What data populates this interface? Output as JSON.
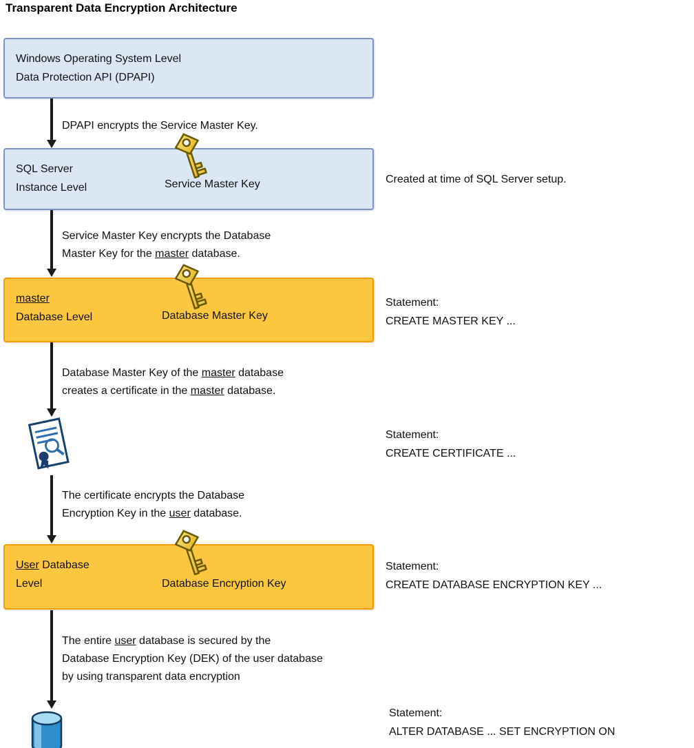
{
  "title": "Transparent Data Encryption Architecture",
  "colors": {
    "blue_fill": "#dce7f6",
    "blue_border": "#7b96c6",
    "orange_fill": "#fdc63f",
    "orange_border": "#f29c00",
    "arrow": "#1b1b1b",
    "key_gold": "#f2ce3c",
    "cert_navy": "#16406e",
    "db_blue": "#2f8dc9"
  },
  "icons": {
    "key": "key-icon",
    "certificate": "certificate-icon",
    "database": "database-cylinder-icon"
  },
  "nodes": {
    "dpapi": {
      "line1": "Windows Operating System Level",
      "line2": "Data Protection API (DPAPI)"
    },
    "sql_instance": {
      "line1": "SQL Server",
      "line2": "Instance Level",
      "key_label": "Service Master Key",
      "note": "Created at time of SQL Server setup."
    },
    "master_db": {
      "line1": "master",
      "line2": "Database Level",
      "key_label": "Database Master Key",
      "note_line1": "Statement:",
      "note_line2": "CREATE MASTER KEY ..."
    },
    "certificate": {
      "note_line1": "Statement:",
      "note_line2": "CREATE CERTIFICATE ..."
    },
    "user_db": {
      "line1_u": "User",
      "line1_rest": " Database",
      "line2": "Level",
      "key_label": "Database Encryption Key",
      "note_line1": "Statement:",
      "note_line2": "CREATE DATABASE ENCRYPTION KEY ..."
    },
    "database": {
      "note_line1": "Statement:",
      "note_line2": "ALTER DATABASE ... SET ENCRYPTION ON"
    }
  },
  "edges": {
    "e1": {
      "text": "DPAPI encrypts the Service Master Key."
    },
    "e2": {
      "line1": "Service Master Key encrypts the Database",
      "line2_pre": "Master Key for the ",
      "line2_u": "master",
      "line2_post": " database."
    },
    "e3": {
      "line1_pre": "Database Master Key of the ",
      "line1_u": "master",
      "line1_post": " database",
      "line2_pre": "creates a certificate in the ",
      "line2_u": "master",
      "line2_post": " database."
    },
    "e4": {
      "line1": "The certificate encrypts the Database",
      "line2_pre": "Encryption Key in the ",
      "line2_u": "user",
      "line2_post": " database."
    },
    "e5": {
      "line1_pre": "The entire ",
      "line1_u": "user",
      "line1_post": " database is secured by the",
      "line2": "Database Encryption Key (DEK) of the user database",
      "line3": "by using transparent data encryption"
    }
  }
}
